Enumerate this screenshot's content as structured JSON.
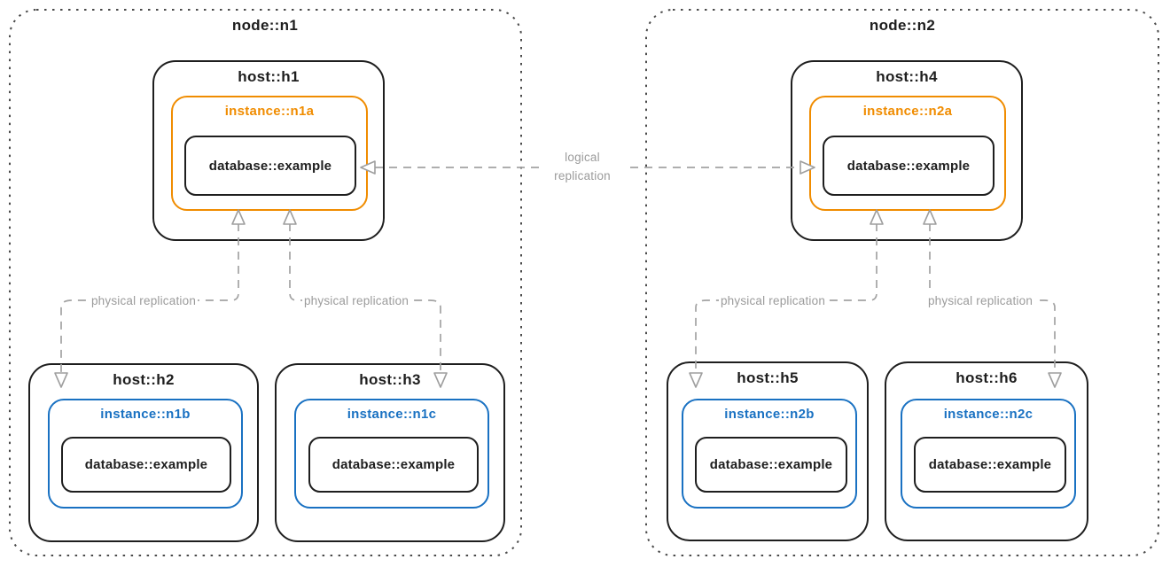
{
  "colors": {
    "background": "#ffffff",
    "box_stroke": "#1e1e1e",
    "primary_instance_orange": "#f08c00",
    "replica_instance_blue": "#1971c2",
    "edge_gray": "#a3a3a3",
    "edge_label_gray": "#9b9b9b",
    "node_dotted_border": "#4a4a4a"
  },
  "nodes": [
    {
      "label": "node::n1",
      "hosts": [
        {
          "label": "host::h1",
          "instance": {
            "label": "instance::n1a",
            "color": "#f08c00",
            "database": {
              "label": "database::example"
            }
          }
        },
        {
          "label": "host::h2",
          "instance": {
            "label": "instance::n1b",
            "color": "#1971c2",
            "database": {
              "label": "database::example"
            }
          }
        },
        {
          "label": "host::h3",
          "instance": {
            "label": "instance::n1c",
            "color": "#1971c2",
            "database": {
              "label": "database::example"
            }
          }
        }
      ]
    },
    {
      "label": "node::n2",
      "hosts": [
        {
          "label": "host::h4",
          "instance": {
            "label": "instance::n2a",
            "color": "#f08c00",
            "database": {
              "label": "database::example"
            }
          }
        },
        {
          "label": "host::h5",
          "instance": {
            "label": "instance::n2b",
            "color": "#1971c2",
            "database": {
              "label": "database::example"
            }
          }
        },
        {
          "label": "host::h6",
          "instance": {
            "label": "instance::n2c",
            "color": "#1971c2",
            "database": {
              "label": "database::example"
            }
          }
        }
      ]
    }
  ],
  "edges": {
    "physical": [
      {
        "label": "physical replication",
        "between": [
          "instance::n1a",
          "instance::n1b"
        ]
      },
      {
        "label": "physical replication",
        "between": [
          "instance::n1a",
          "instance::n1c"
        ]
      },
      {
        "label": "physical replication",
        "between": [
          "instance::n2a",
          "instance::n2b"
        ]
      },
      {
        "label": "physical replication",
        "between": [
          "instance::n2a",
          "instance::n2c"
        ]
      }
    ],
    "logical": {
      "label": "logical replication",
      "label_lines": [
        "logical",
        "replication"
      ],
      "between": [
        "database::example (node::n1)",
        "database::example (node::n2)"
      ]
    }
  }
}
